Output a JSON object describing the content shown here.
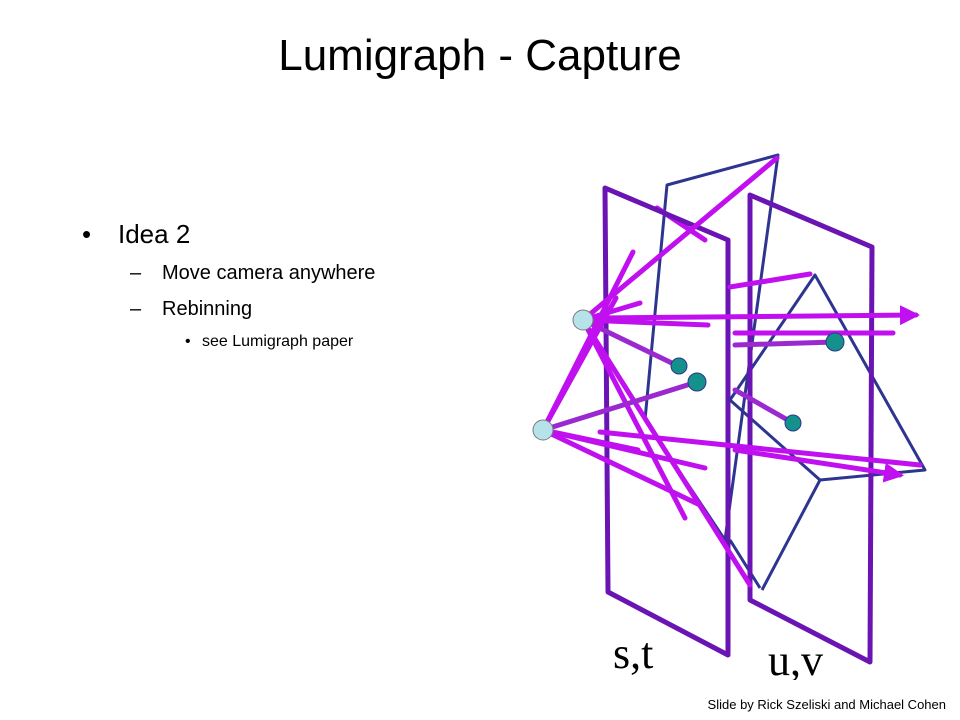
{
  "title": "Lumigraph - Capture",
  "bullets": {
    "bullet_mark": "•",
    "dash_mark": "–",
    "items": [
      {
        "text": "Idea 2",
        "level": 1
      },
      {
        "text": "Move camera anywhere",
        "level": 2
      },
      {
        "text": "Rebinning",
        "level": 2
      },
      {
        "text": "see Lumigraph paper",
        "level": 3
      }
    ]
  },
  "diagram": {
    "st_label": "s,t",
    "uv_label": "u,v",
    "colors": {
      "plane_st": "#6a14b4",
      "plane_uv": "#6a14b4",
      "diamond": "#2e3590",
      "ray": "#c010f0",
      "ray_dark": "#9a2ad0",
      "camera_fill": "#b6e2ea",
      "sample_fill": "#13918a"
    }
  },
  "credit": "Slide by Rick Szeliski and Michael Cohen"
}
